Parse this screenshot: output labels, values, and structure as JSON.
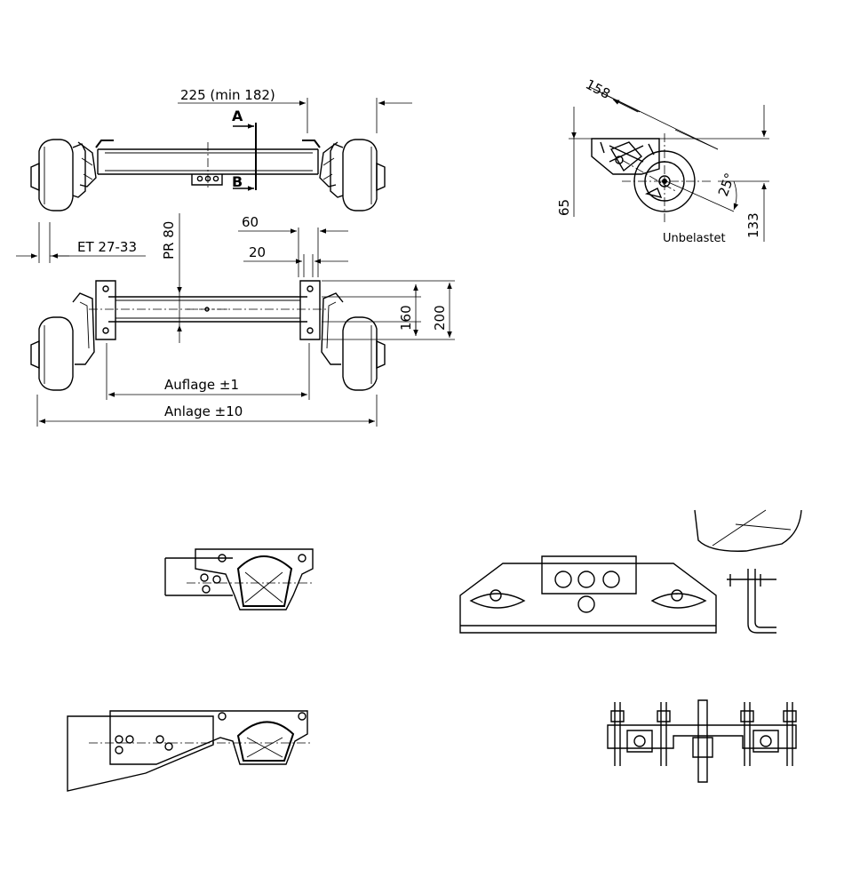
{
  "labels": {
    "dim_225": "225 (min 182)",
    "sec_a": "A",
    "sec_b": "B",
    "dim_158": "158",
    "dim_65": "65",
    "dim_25deg": "25°",
    "dim_133": "133",
    "unbelastet": "Unbelastet",
    "et": "ET 27-33",
    "pr": "PR 80",
    "dim_60": "60",
    "dim_20": "20",
    "dim_160": "160",
    "dim_200": "200",
    "auflage": "Auflage ±1",
    "anlage": "Anlage ±10"
  }
}
